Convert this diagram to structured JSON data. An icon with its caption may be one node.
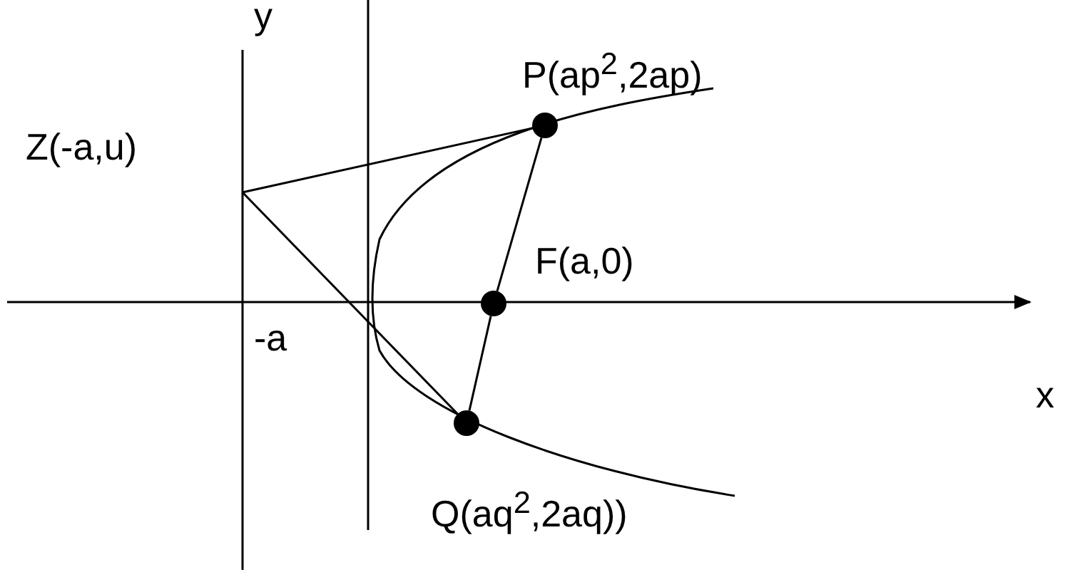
{
  "diagram": {
    "nodes": [
      {
        "text": [],
        "shape": "circle",
        "beside": [
          "P(ap$^{2}$,2ap)"
        ]
      },
      {
        "text": [],
        "shape": "circle",
        "beside": [
          "F(a,0)"
        ]
      },
      {
        "text": [],
        "shape": "circle",
        "beside": [
          "Q(aq$^{2}$,2aq))"
        ]
      }
    ],
    "edges": [
      {
        "from": null,
        "to": 0,
        "arrow": "none"
      },
      {
        "from": null,
        "to": 2,
        "arrow": "none"
      },
      {
        "from": 0,
        "to": 1,
        "arrow": "none"
      },
      {
        "from": 1,
        "to": 2,
        "arrow": "none"
      }
    ],
    "labels": [
      "y",
      "Z(-a,u)",
      "-a",
      "x"
    ]
  }
}
